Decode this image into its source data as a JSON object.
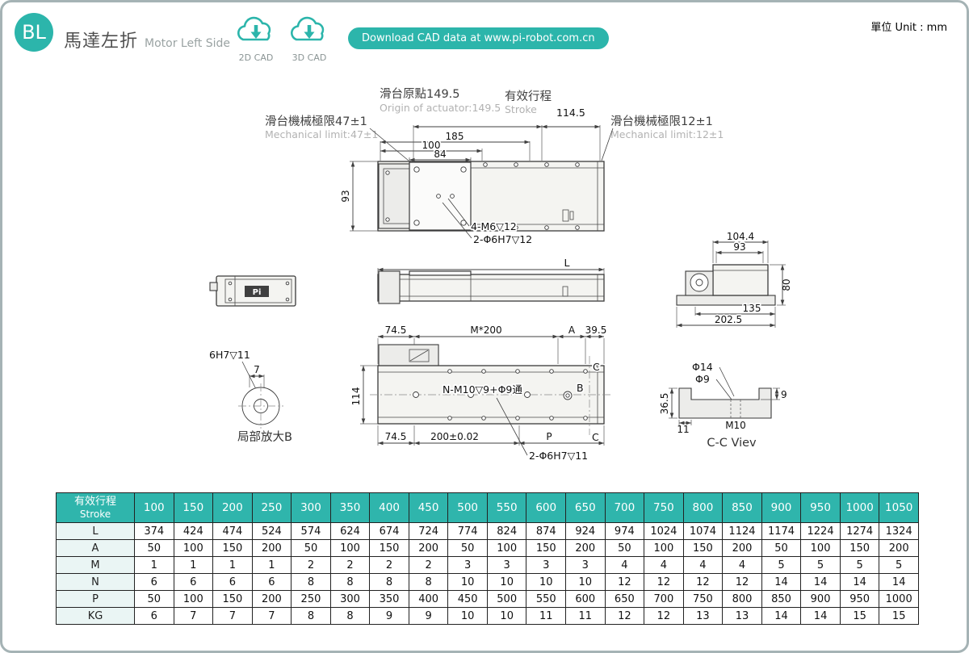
{
  "meta": {
    "unit": "單位 Unit : mm"
  },
  "colors": {
    "accent": "#2cb5ab",
    "table_header": "#2fb5ac",
    "line": "#3a3a3a"
  },
  "header": {
    "badge": "BL",
    "title_zh": "馬達左折",
    "title_en": "Motor Left Side",
    "cad2d": "2D CAD",
    "cad3d": "3D CAD",
    "download": "Download CAD data at www.pi-robot.com.cn"
  },
  "dwg": {
    "origin_zh": "滑台原點149.5",
    "origin_en": "Origin of actuator:149.5",
    "stroke_zh": "有效行程",
    "stroke_en": "Stroke",
    "d114_5": "114.5",
    "limitL_zh": "滑台機械極限47±1",
    "limitL_en": "Mechanical limit:47±1",
    "limitR_zh": "滑台機械極限12±1",
    "limitR_en": "Mechanical limit:12±1",
    "d185": "185",
    "d100": "100",
    "d84": "84",
    "d93v": "93",
    "n4m6": "4-M6▽12",
    "n2f6a": "2-Φ6H7▽12",
    "dL": "L",
    "pi": "Pi",
    "d104_4": "104.4",
    "d93h": "93",
    "d80": "80",
    "d135": "135",
    "d202_5": "202.5",
    "d74_5a": "74.5",
    "m200": "M*200",
    "dA": "A",
    "d39_5": "39.5",
    "dC1": "C",
    "dC2": "C",
    "d114": "114",
    "nm10": "N-M10▽9+Φ9通",
    "dB": "B",
    "d74_5b": "74.5",
    "d200t": "200±0.02",
    "dP": "P",
    "n2f6b": "2-Φ6H7▽11",
    "n6h7": "6H7▽11",
    "d7": "7",
    "detailB": "局部放大B",
    "f14": "Φ14",
    "f9": "Φ9",
    "d36_5": "36.5",
    "d9": "9",
    "d11": "11",
    "m10": "M10",
    "ccview": "C-C Viev"
  },
  "table": {
    "header": {
      "zh": "有效行程",
      "en": "Stroke"
    },
    "strokes": [
      "100",
      "150",
      "200",
      "250",
      "300",
      "350",
      "400",
      "450",
      "500",
      "550",
      "600",
      "650",
      "700",
      "750",
      "800",
      "850",
      "900",
      "950",
      "1000",
      "1050"
    ],
    "rows": [
      {
        "label": "L",
        "values": [
          "374",
          "424",
          "474",
          "524",
          "574",
          "624",
          "674",
          "724",
          "774",
          "824",
          "874",
          "924",
          "974",
          "1024",
          "1074",
          "1124",
          "1174",
          "1224",
          "1274",
          "1324"
        ]
      },
      {
        "label": "A",
        "values": [
          "50",
          "100",
          "150",
          "200",
          "50",
          "100",
          "150",
          "200",
          "50",
          "100",
          "150",
          "200",
          "50",
          "100",
          "150",
          "200",
          "50",
          "100",
          "150",
          "200"
        ]
      },
      {
        "label": "M",
        "values": [
          "1",
          "1",
          "1",
          "1",
          "2",
          "2",
          "2",
          "2",
          "3",
          "3",
          "3",
          "3",
          "4",
          "4",
          "4",
          "4",
          "5",
          "5",
          "5",
          "5"
        ]
      },
      {
        "label": "N",
        "values": [
          "6",
          "6",
          "6",
          "6",
          "8",
          "8",
          "8",
          "8",
          "10",
          "10",
          "10",
          "10",
          "12",
          "12",
          "12",
          "12",
          "14",
          "14",
          "14",
          "14"
        ]
      },
      {
        "label": "P",
        "values": [
          "50",
          "100",
          "150",
          "200",
          "250",
          "300",
          "350",
          "400",
          "450",
          "500",
          "550",
          "600",
          "650",
          "700",
          "750",
          "800",
          "850",
          "900",
          "950",
          "1000"
        ]
      },
      {
        "label": "KG",
        "values": [
          "6",
          "7",
          "7",
          "7",
          "8",
          "8",
          "9",
          "9",
          "10",
          "10",
          "11",
          "11",
          "12",
          "12",
          "13",
          "13",
          "14",
          "14",
          "15",
          "15"
        ]
      }
    ]
  }
}
